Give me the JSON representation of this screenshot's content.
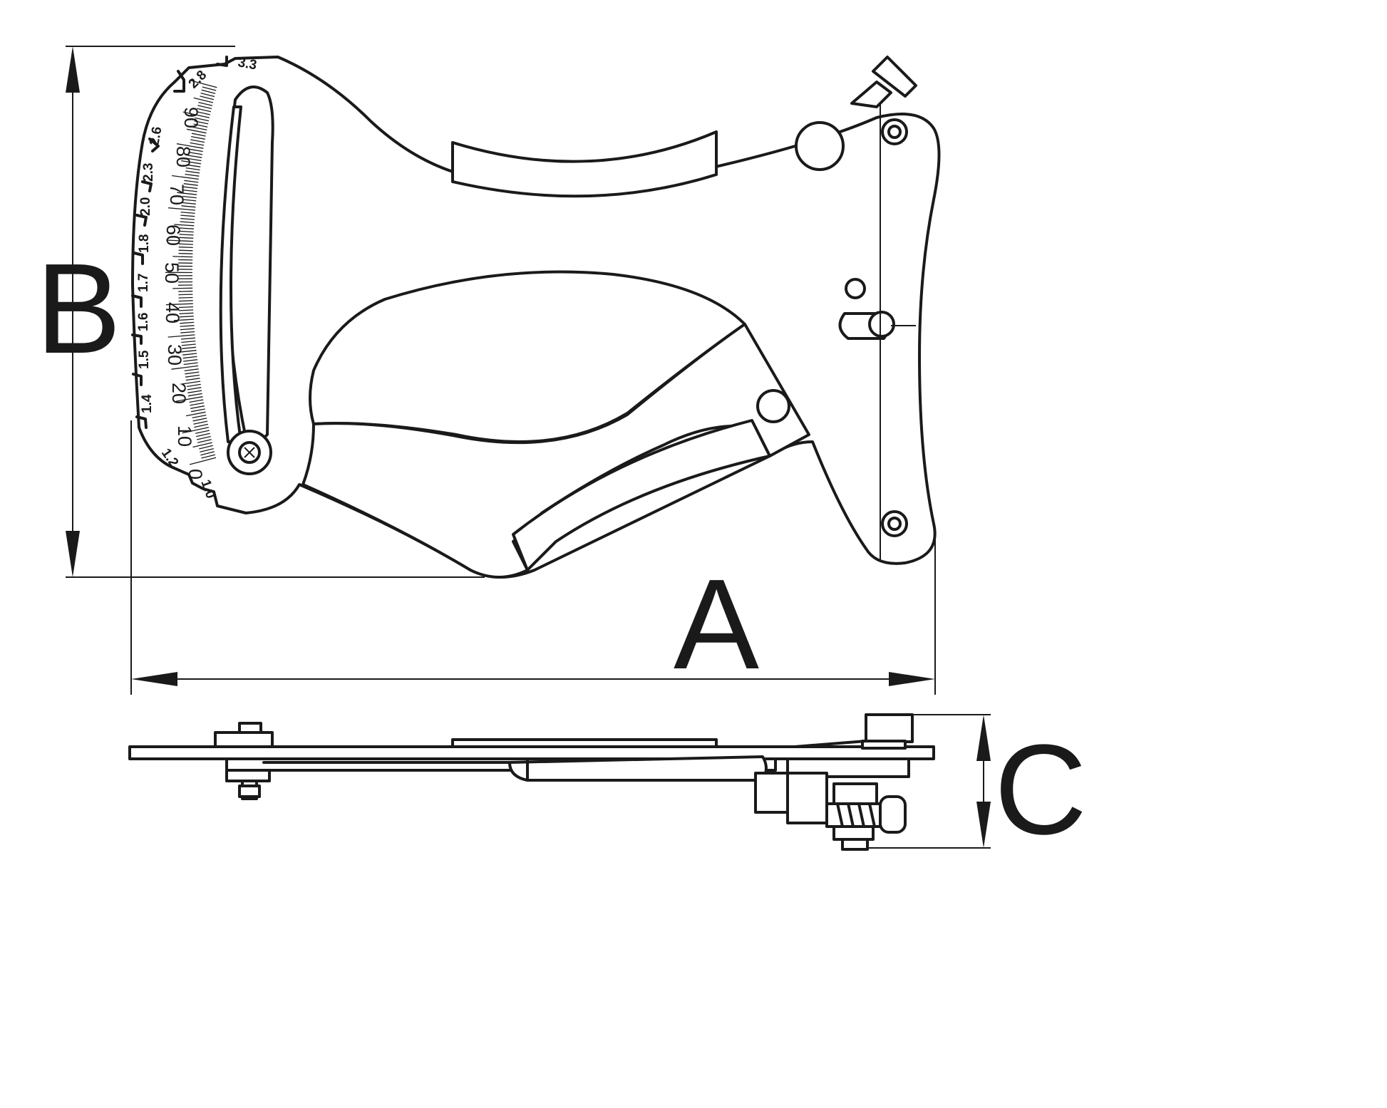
{
  "dimensions": {
    "a": "A",
    "b": "B",
    "c": "C"
  },
  "thickness_scale": [
    "1.0",
    "1.2",
    "1.4",
    "1.5",
    "1.6",
    "1.7",
    "1.8",
    "2.0",
    "2.3",
    "2.6",
    "2.8",
    "3.3"
  ],
  "angle_scale": [
    "0",
    "10",
    "20",
    "30",
    "40",
    "50",
    "60",
    "70",
    "80",
    "90"
  ],
  "colors": {
    "line": "#1a1a1a",
    "background": "#ffffff"
  }
}
